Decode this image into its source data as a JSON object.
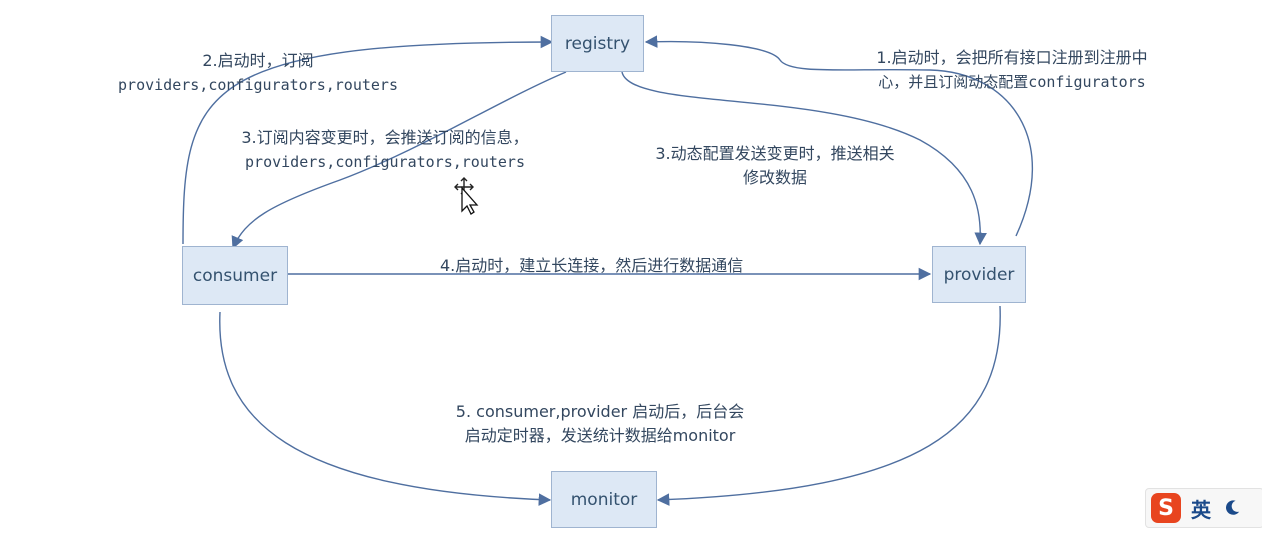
{
  "nodes": {
    "registry": "registry",
    "consumer": "consumer",
    "provider": "provider",
    "monitor": "monitor"
  },
  "labels": {
    "step1": [
      "1.启动时，会把所有接口注册到注册中",
      "心，并且订阅动态配置configurators"
    ],
    "step2": [
      "2.启动时，订阅",
      "providers,configurators,routers"
    ],
    "step3_consumer": [
      "3.订阅内容变更时，会推送订阅的信息，",
      "providers,configurators,routers"
    ],
    "step3_provider": [
      "3.动态配置发送变更时，推送相关",
      "修改数据"
    ],
    "step4": "4.启动时，建立长连接，然后进行数据通信",
    "step5": [
      "5. consumer,provider 启动后，后台会",
      "启动定时器，发送统计数据给monitor"
    ]
  },
  "ime_indicator": {
    "logo": "S",
    "mode": "英",
    "logo_color": "#e8451f"
  },
  "colors": {
    "node_fill": "#dde8f5",
    "node_border": "#9fb4d0",
    "arrow": "#4f6fa0",
    "text": "#33475f"
  }
}
